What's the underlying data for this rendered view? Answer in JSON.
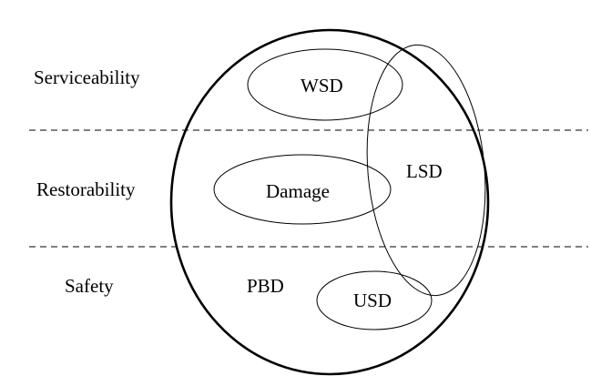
{
  "rows": {
    "serviceability": "Serviceability",
    "restorability": "Restorability",
    "safety": "Safety"
  },
  "regions": {
    "pbd": "PBD",
    "wsd": "WSD",
    "damage": "Damage",
    "lsd": "LSD",
    "usd": "USD"
  },
  "colors": {
    "stroke": "#000000",
    "background": "#ffffff"
  }
}
